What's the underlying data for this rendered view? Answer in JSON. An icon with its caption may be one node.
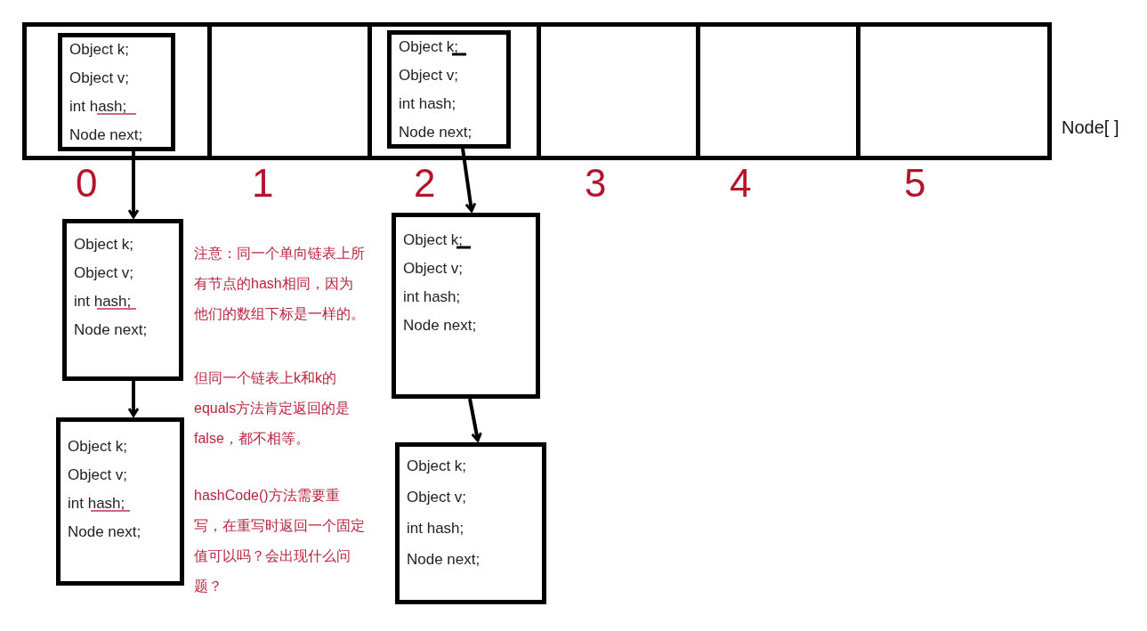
{
  "diagram": {
    "nodes": [
      {
        "text": [],
        "shape": "box",
        "beside": [
          "Node[ ]"
        ]
      },
      {
        "text": [],
        "shape": "box",
        "in": 0,
        "beside": [
          "0"
        ]
      },
      {
        "text": [],
        "shape": "box",
        "in": 0,
        "beside": [
          "1"
        ]
      },
      {
        "text": [],
        "shape": "box",
        "in": 0,
        "beside": [
          "2"
        ]
      },
      {
        "text": [],
        "shape": "box",
        "in": 0,
        "beside": [
          "3"
        ]
      },
      {
        "text": [],
        "shape": "box",
        "in": 0,
        "beside": [
          "4"
        ]
      },
      {
        "text": [],
        "shape": "box",
        "in": 0,
        "beside": [
          "5"
        ]
      },
      {
        "text": [
          "Object k;",
          "Object v;",
          "int hash;",
          "Node next;"
        ],
        "in": 1
      },
      {
        "text": [
          "Object k;",
          "Object v;",
          "int hash;",
          "Node next;"
        ],
        "in": 3
      },
      {
        "text": [
          "Object k;",
          "Object v;",
          "int hash;",
          "Node next;"
        ]
      },
      {
        "text": [
          "Object k;",
          "Object v;",
          "int hash;",
          "Node next;"
        ]
      },
      {
        "text": [
          "Object k;",
          "Object v;",
          "int hash;",
          "Node next;"
        ]
      },
      {
        "text": [
          "Object k;",
          "Object v;",
          "int hash;",
          "Node next;"
        ]
      }
    ],
    "edges": [
      {
        "from": 7,
        "to": 9,
        "arrow": "to"
      },
      {
        "from": 9,
        "to": 10,
        "arrow": "to"
      },
      {
        "from": 8,
        "to": 11,
        "arrow": "to"
      },
      {
        "from": 11,
        "to": 12,
        "arrow": "to"
      }
    ],
    "labels": [
      "注意：同一个单向链表上所有节点的hash相同，因为他们的数组下标是一样的。",
      "但同一个链表上k和k的equals方法肯定返回的是false，都不相等。",
      "hashCode()方法需要重写，在重写时返回一个固定值可以吗？会出现什么问题？"
    ]
  }
}
